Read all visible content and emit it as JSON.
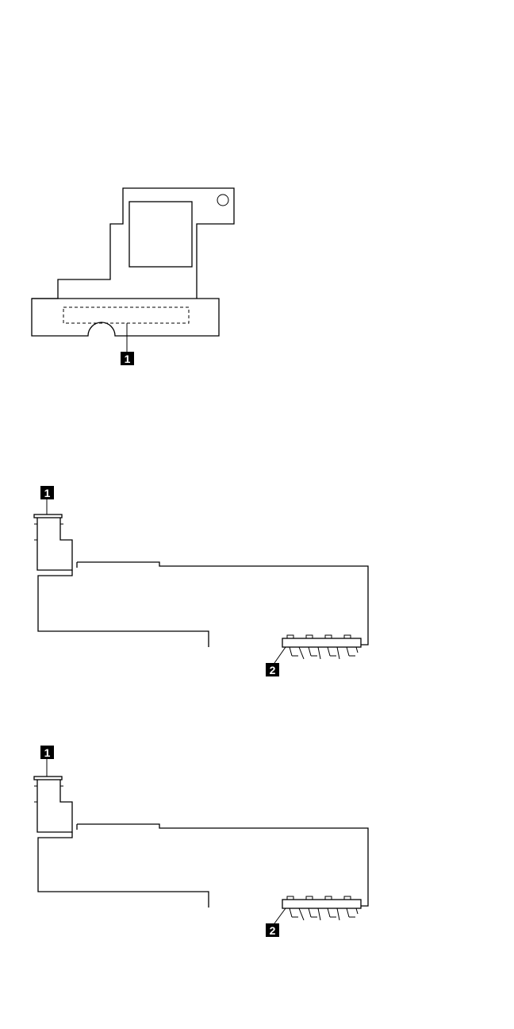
{
  "callouts": {
    "fig1_c1": "1",
    "fig2_c1": "1",
    "fig2_c2": "2",
    "fig3_c1": "1",
    "fig3_c2": "2"
  }
}
